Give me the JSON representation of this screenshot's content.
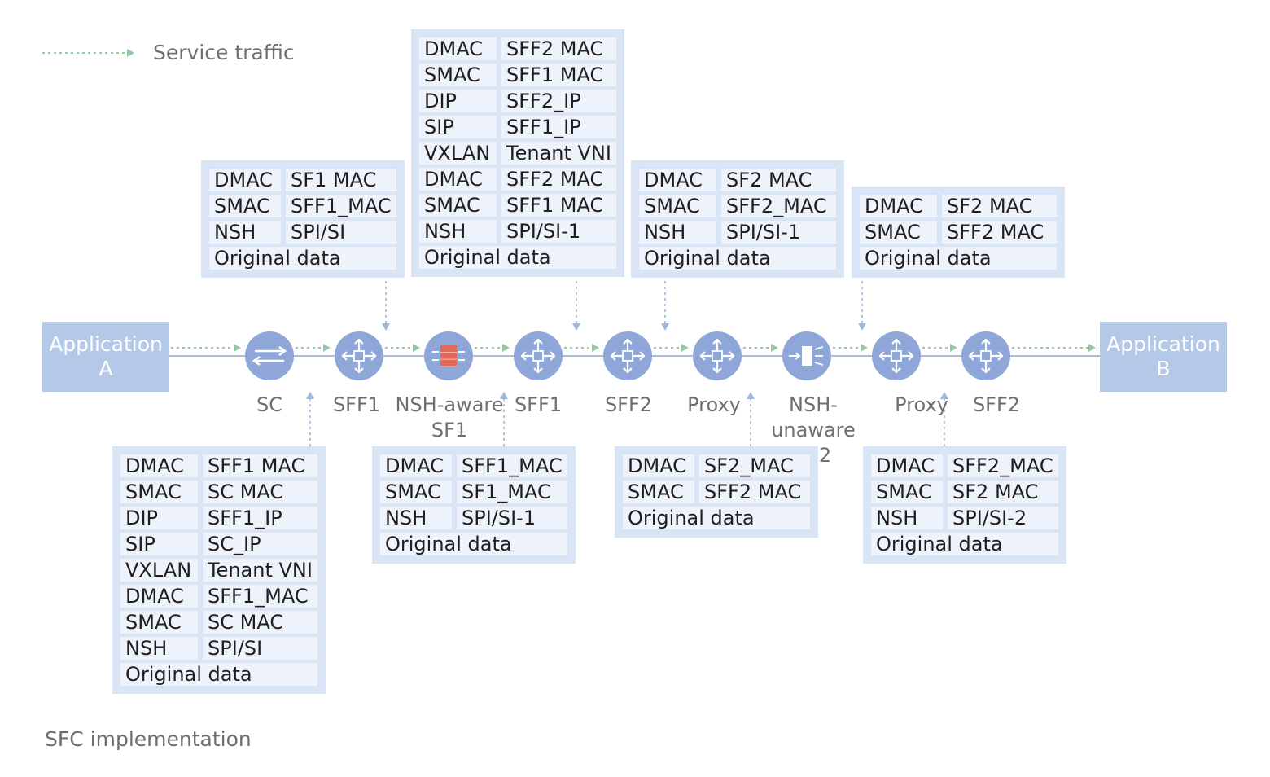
{
  "legend": {
    "label": "Service traffic"
  },
  "caption": "SFC implementation",
  "colors": {
    "box": "#b4c8e8",
    "node": "#8ea7d8",
    "firewall": "#e06a55",
    "panel": "#d9e4f5",
    "cell": "#eef3fb",
    "dashed": "#93c9a2",
    "line": "#a9bedf",
    "connector": "#9fb6dd"
  },
  "endpoints": {
    "a": {
      "line1": "Application",
      "line2": "A"
    },
    "b": {
      "line1": "Application",
      "line2": "B"
    }
  },
  "nodes": [
    {
      "id": "sc",
      "label1": "SC",
      "label2": "",
      "icon": "bidirectional-arrows-icon"
    },
    {
      "id": "sff1a",
      "label1": "SFF1",
      "label2": "",
      "icon": "router-icon"
    },
    {
      "id": "sf1",
      "label1": "NSH-aware",
      "label2": "SF1",
      "icon": "firewall-icon"
    },
    {
      "id": "sff1b",
      "label1": "SFF1",
      "label2": "",
      "icon": "router-icon"
    },
    {
      "id": "sff2a",
      "label1": "SFF2",
      "label2": "",
      "icon": "router-icon"
    },
    {
      "id": "proxy1",
      "label1": "Proxy",
      "label2": "",
      "icon": "router-icon"
    },
    {
      "id": "sf2",
      "label1": "NSH-unaware",
      "label2": "SF2",
      "icon": "service-function-icon"
    },
    {
      "id": "proxy2",
      "label1": "Proxy",
      "label2": "",
      "icon": "router-icon"
    },
    {
      "id": "sff2b",
      "label1": "SFF2",
      "label2": "",
      "icon": "router-icon"
    }
  ],
  "headers": [
    {
      "id": "t1",
      "rows": [
        [
          "DMAC",
          "SF1 MAC"
        ],
        [
          "SMAC",
          "SFF1_MAC"
        ],
        [
          "NSH",
          "SPI/SI"
        ],
        [
          "Original data"
        ]
      ]
    },
    {
      "id": "t2",
      "rows": [
        [
          "DMAC",
          "SFF2 MAC"
        ],
        [
          "SMAC",
          "SFF1 MAC"
        ],
        [
          "DIP",
          "SFF2_IP"
        ],
        [
          "SIP",
          "SFF1_IP"
        ],
        [
          "VXLAN",
          "Tenant VNI"
        ],
        [
          "DMAC",
          "SFF2 MAC"
        ],
        [
          "SMAC",
          "SFF1 MAC"
        ],
        [
          "NSH",
          "SPI/SI-1"
        ],
        [
          "Original data"
        ]
      ]
    },
    {
      "id": "t3",
      "rows": [
        [
          "DMAC",
          "SF2 MAC"
        ],
        [
          "SMAC",
          "SFF2_MAC"
        ],
        [
          "NSH",
          "SPI/SI-1"
        ],
        [
          "Original data"
        ]
      ]
    },
    {
      "id": "t4",
      "rows": [
        [
          "DMAC",
          "SF2 MAC"
        ],
        [
          "SMAC",
          "SFF2 MAC"
        ],
        [
          "Original data"
        ]
      ]
    },
    {
      "id": "b1",
      "rows": [
        [
          "DMAC",
          "SFF1 MAC"
        ],
        [
          "SMAC",
          "SC MAC"
        ],
        [
          "DIP",
          "SFF1_IP"
        ],
        [
          "SIP",
          "SC_IP"
        ],
        [
          "VXLAN",
          "Tenant VNI"
        ],
        [
          "DMAC",
          "SFF1_MAC"
        ],
        [
          "SMAC",
          "SC MAC"
        ],
        [
          "NSH",
          "SPI/SI"
        ],
        [
          "Original data"
        ]
      ]
    },
    {
      "id": "b2",
      "rows": [
        [
          "DMAC",
          "SFF1_MAC"
        ],
        [
          "SMAC",
          "SF1_MAC"
        ],
        [
          "NSH",
          "SPI/SI-1"
        ],
        [
          "Original data"
        ]
      ]
    },
    {
      "id": "b3",
      "rows": [
        [
          "DMAC",
          "SF2_MAC"
        ],
        [
          "SMAC",
          "SFF2 MAC"
        ],
        [
          "Original data"
        ]
      ]
    },
    {
      "id": "b4",
      "rows": [
        [
          "DMAC",
          "SFF2_MAC"
        ],
        [
          "SMAC",
          "SF2 MAC"
        ],
        [
          "NSH",
          "SPI/SI-2"
        ],
        [
          "Original data"
        ]
      ]
    }
  ]
}
